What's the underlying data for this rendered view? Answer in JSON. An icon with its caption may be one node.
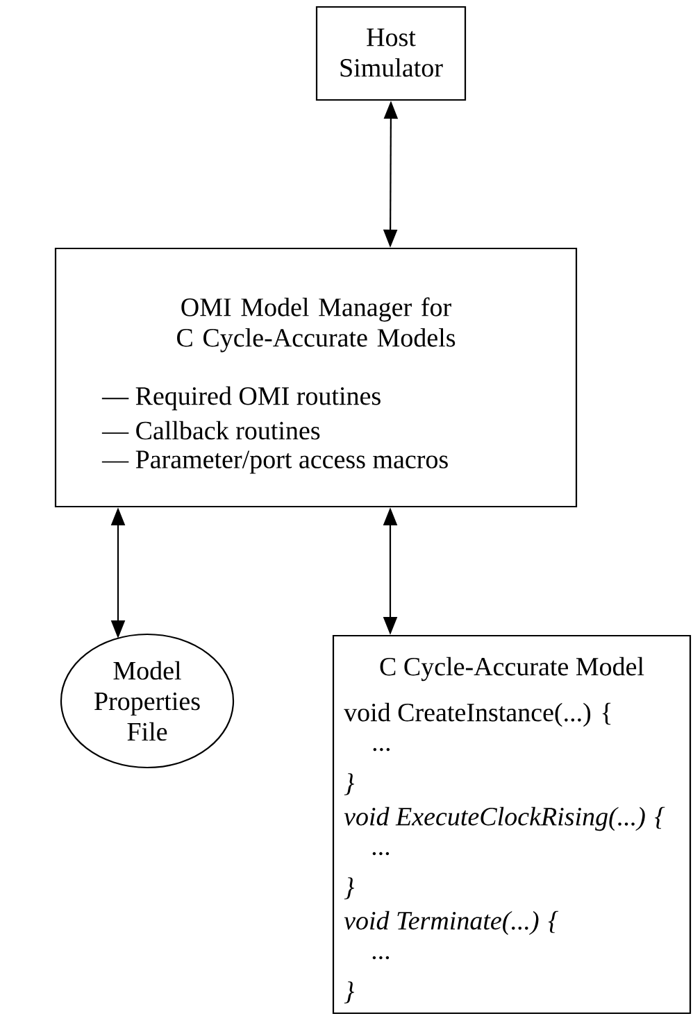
{
  "diagram": {
    "nodes": [
      {
        "text": [
          "Host Simulator"
        ]
      },
      {
        "text": [
          "OMI Model Manager for C Cycle-Accurate Models",
          "— Required OMI routines",
          "— Callback routines",
          "— Parameter/port access macros"
        ]
      },
      {
        "text": [
          "Model Properties File"
        ]
      },
      {
        "text": [
          "C Cycle-Accurate Model",
          "void CreateInstance(...) {",
          "...",
          "}",
          "void ExecuteClockRising(...) {",
          "...",
          "}",
          "void Terminate(...) {",
          "...",
          "}"
        ]
      }
    ],
    "edges": [
      {
        "from": 0,
        "to": 1,
        "arrow": "both"
      },
      {
        "from": 1,
        "to": 2,
        "arrow": "both"
      },
      {
        "from": 1,
        "to": 3,
        "arrow": "both"
      }
    ]
  }
}
